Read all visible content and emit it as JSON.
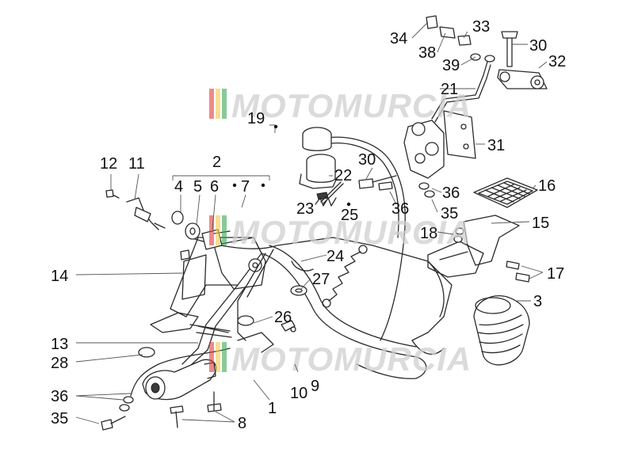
{
  "watermark": {
    "text": "MOTOMURCIA",
    "stripe_colors": [
      "#e23b3b",
      "#f2c94c",
      "#3aa655"
    ],
    "text_color": "#c8c8c8"
  },
  "callouts": [
    {
      "id": "c34a",
      "text": "34"
    },
    {
      "id": "c38",
      "text": "38"
    },
    {
      "id": "c33",
      "text": "33"
    },
    {
      "id": "c30a",
      "text": "30"
    },
    {
      "id": "c39",
      "text": "39"
    },
    {
      "id": "c32",
      "text": "32"
    },
    {
      "id": "c21",
      "text": "21"
    },
    {
      "id": "c19",
      "text": "19"
    },
    {
      "id": "c31",
      "text": "31"
    },
    {
      "id": "c30b",
      "text": "30"
    },
    {
      "id": "c22",
      "text": "22"
    },
    {
      "id": "c36a",
      "text": "36"
    },
    {
      "id": "c16",
      "text": "16"
    },
    {
      "id": "c12",
      "text": "12"
    },
    {
      "id": "c11",
      "text": "11"
    },
    {
      "id": "c2",
      "text": "2"
    },
    {
      "id": "c4",
      "text": "4"
    },
    {
      "id": "c5",
      "text": "5"
    },
    {
      "id": "c6",
      "text": "6"
    },
    {
      "id": "c7",
      "text": "7"
    },
    {
      "id": "c23",
      "text": "23"
    },
    {
      "id": "c25",
      "text": "25"
    },
    {
      "id": "c36b",
      "text": "36"
    },
    {
      "id": "c35a",
      "text": "35"
    },
    {
      "id": "c18",
      "text": "18"
    },
    {
      "id": "c15",
      "text": "15"
    },
    {
      "id": "c24",
      "text": "24"
    },
    {
      "id": "c14",
      "text": "14"
    },
    {
      "id": "c17",
      "text": "17"
    },
    {
      "id": "c27",
      "text": "27"
    },
    {
      "id": "c3",
      "text": "3"
    },
    {
      "id": "c26",
      "text": "26"
    },
    {
      "id": "c13",
      "text": "13"
    },
    {
      "id": "c28",
      "text": "28"
    },
    {
      "id": "c10",
      "text": "10"
    },
    {
      "id": "c9",
      "text": "9"
    },
    {
      "id": "c1",
      "text": "1"
    },
    {
      "id": "c36c",
      "text": "36"
    },
    {
      "id": "c35b",
      "text": "35"
    },
    {
      "id": "c8",
      "text": "8"
    }
  ]
}
